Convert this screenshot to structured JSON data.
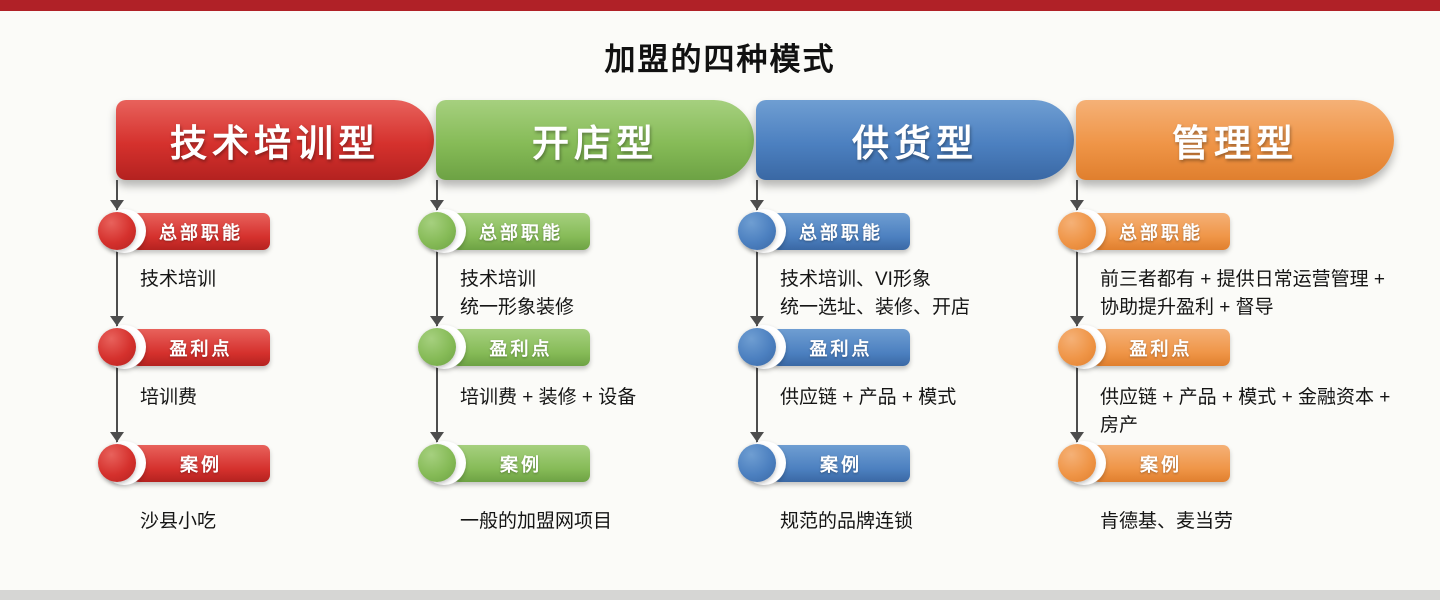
{
  "page": {
    "title": "加盟的四种模式",
    "top_bar_color": "#b02127",
    "bottom_bar_color": "#d6d6d4"
  },
  "columns": [
    {
      "name": "技术培训型",
      "color": "#d5312d",
      "light": "#e8625c",
      "dark": "#b42220",
      "rows": [
        {
          "label": "总部职能",
          "desc": "技术培训"
        },
        {
          "label": "盈利点",
          "desc": "培训费"
        },
        {
          "label": "案例",
          "desc": "沙县小吃"
        }
      ]
    },
    {
      "name": "开店型",
      "color": "#86bb57",
      "light": "#a6d07f",
      "dark": "#6da244",
      "rows": [
        {
          "label": "总部职能",
          "desc": "技术培训\n统一形象装修"
        },
        {
          "label": "盈利点",
          "desc": "培训费 + 装修 + 设备"
        },
        {
          "label": "案例",
          "desc": "一般的加盟网项目"
        }
      ]
    },
    {
      "name": "供货型",
      "color": "#4c80c0",
      "light": "#6f9ed2",
      "dark": "#3a68a4",
      "rows": [
        {
          "label": "总部职能",
          "desc": "技术培训、VI形象\n统一选址、装修、开店"
        },
        {
          "label": "盈利点",
          "desc": "供应链 + 产品 + 模式"
        },
        {
          "label": "案例",
          "desc": "规范的品牌连锁"
        }
      ]
    },
    {
      "name": "管理型",
      "color": "#ef9547",
      "light": "#f5b177",
      "dark": "#e07f2e",
      "rows": [
        {
          "label": "总部职能",
          "desc": "前三者都有 + 提供日常运营管理 + 协助提升盈利 + 督导"
        },
        {
          "label": "盈利点",
          "desc": "供应链 + 产品 + 模式 + 金融资本 + 房产"
        },
        {
          "label": "案例",
          "desc": "肯德基、麦当劳"
        }
      ]
    }
  ]
}
